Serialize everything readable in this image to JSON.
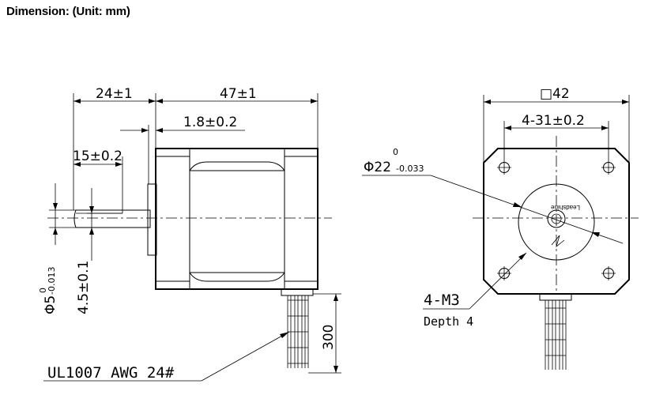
{
  "title": "Dimension: (Unit: mm)",
  "side_view": {
    "dim_shaft_length": "24±1",
    "dim_body_length": "47±1",
    "dim_flange_thickness": "1.8±0.2",
    "dim_flat_length": "15±0.2",
    "dim_shaft_diameter_main": "Φ5",
    "dim_shaft_diameter_upper": "0",
    "dim_shaft_diameter_lower": "-0.013",
    "dim_flat_depth": "4.5±0.1",
    "dim_lead_length": "300",
    "wire_label": "UL1007 AWG 24#"
  },
  "front_view": {
    "dim_square": "□42",
    "dim_hole_spacing": "4-31±0.2",
    "dim_boss_diameter_main": "Φ22",
    "dim_boss_diameter_upper": "0",
    "dim_boss_diameter_lower": "-0.033",
    "thread_label": "4-M3",
    "depth_label": "Depth 4",
    "logo_text": "Leadshine"
  }
}
